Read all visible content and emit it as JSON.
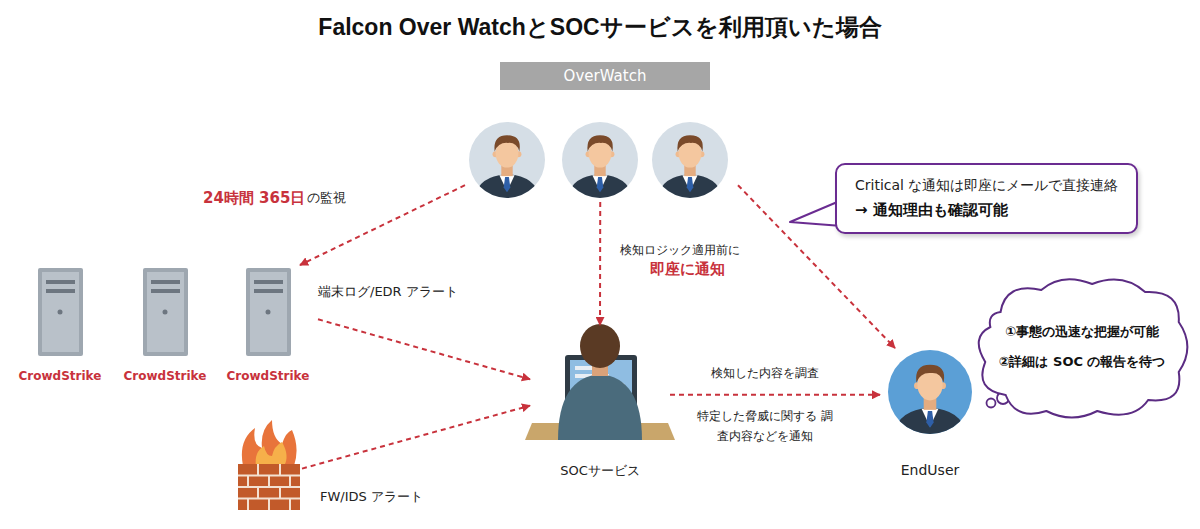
{
  "diagram": {
    "title": "Falcon Over WatchとSOCサービスを利用頂いた場合",
    "nodes": [
      {
        "text": [
          "OverWatch"
        ]
      },
      {
        "text": [
          "CrowdStrike"
        ]
      },
      {
        "text": [
          "CrowdStrike"
        ]
      },
      {
        "text": [
          "CrowdStrike"
        ]
      },
      {
        "text": [
          "FW/IDS アラート"
        ]
      },
      {
        "text": [
          "SOCサービス"
        ]
      },
      {
        "text": [
          "EndUser"
        ]
      },
      {
        "text": [
          "Critical な通知は即座にメールで直接連絡",
          "→ 通知理由も確認可能"
        ]
      },
      {
        "text": [
          "①事態の迅速な把握が可能",
          "②詳細は SOC の報告を待つ"
        ]
      }
    ],
    "edges": [
      {
        "from": 0,
        "to": 3,
        "arrow": "to",
        "label": "24時間 365日"
      },
      {
        "from": 0,
        "to": 5,
        "arrow": "to",
        "label": "検知ロジック適用前に"
      },
      {
        "from": 0,
        "to": 6,
        "arrow": "to"
      },
      {
        "from": 3,
        "to": 5,
        "arrow": "to",
        "label": "端末ログ/EDR アラート"
      },
      {
        "from": 4,
        "to": 5,
        "arrow": "to"
      },
      {
        "from": 5,
        "to": 6,
        "arrow": "to",
        "label": "検知した内容を調査"
      }
    ],
    "labels": [
      "の監視",
      "即座に通知",
      "特定した脅威に関する 調査内容などを通知"
    ]
  }
}
